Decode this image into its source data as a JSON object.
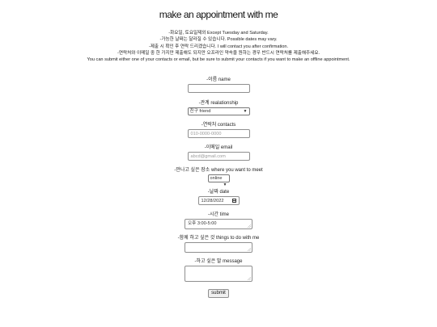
{
  "page": {
    "title": "make an appointment with me",
    "notes": [
      "-화요일, 토요일제외 Except Tuesday and Saturday.",
      "-가능한 날짜는 달라질 수 있습니다. Possible dates may vary.",
      "-제출 시 확인 후 연락 드리겠습니다. I will contact you after confirmation.",
      "-연락처와 이메일 중 한 가지만 제출해도 되지만 오프라인 약속을 원하는 경우 반드시 연락처를 제출해주세요.",
      "You can submit either one of your contacts or email, but be sure to submit your contacts if you want to make an offline appointment."
    ]
  },
  "form": {
    "name_label": "-이름 name",
    "relationship_label": "-관계 realationship",
    "relationship_value": "친구 friend",
    "contacts_label": "-연락처 contacts",
    "contacts_placeholder": "010-0000-0000",
    "email_label": "-이메일 email",
    "email_placeholder": "abcd@gmail.com",
    "place_label": "-만나고 싶은 장소 where you want to meet",
    "place_value": "online",
    "date_label": "-날짜 date",
    "date_value": "12/28/2022",
    "time_label": "-시간 time",
    "time_placeholder": "오후 3:00-5:00",
    "todo_label": "-함께 하고 싶은 것 things to do with me",
    "message_label": "-하고 싶은 말 message",
    "submit_label": "submit"
  }
}
